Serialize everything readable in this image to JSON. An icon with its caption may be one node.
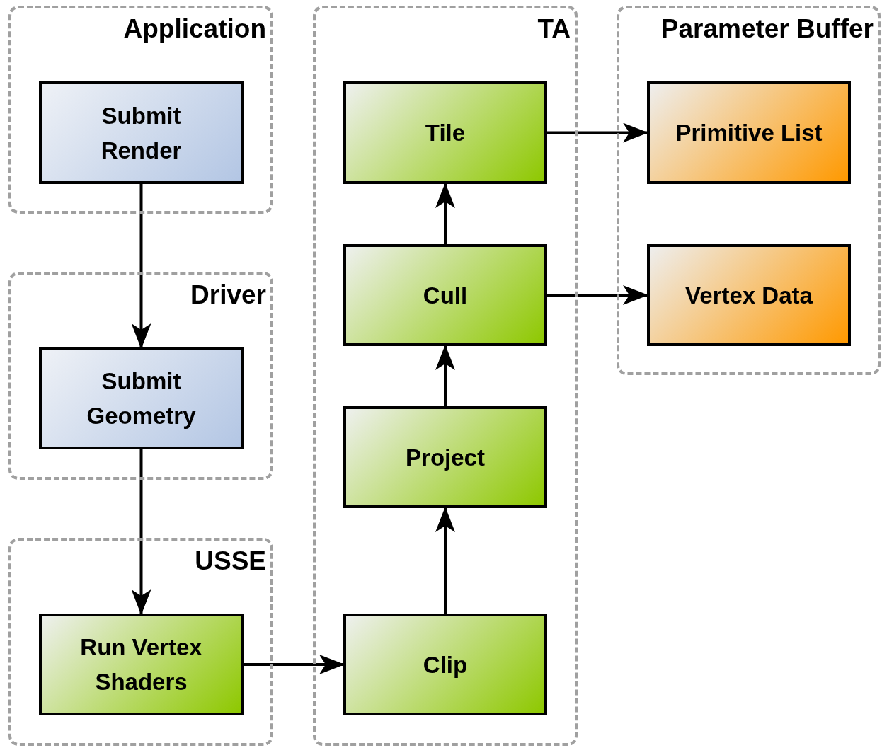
{
  "diagram": {
    "nodes": [
      {
        "text": [
          "Application"
        ]
      },
      {
        "text": [
          "Submit Render"
        ],
        "in": 0
      },
      {
        "text": [
          "Driver"
        ]
      },
      {
        "text": [
          "Submit Geometry"
        ],
        "in": 2
      },
      {
        "text": [
          "USSE"
        ]
      },
      {
        "text": [
          "Run Vertex Shaders"
        ],
        "in": 4
      },
      {
        "text": [
          "TA"
        ]
      },
      {
        "text": [
          "Tile"
        ],
        "in": 6
      },
      {
        "text": [
          "Cull"
        ],
        "in": 6
      },
      {
        "text": [
          "Project"
        ],
        "in": 6
      },
      {
        "text": [
          "Clip"
        ],
        "in": 6
      },
      {
        "text": [
          "Parameter Buffer"
        ]
      },
      {
        "text": [
          "Primitive List"
        ],
        "in": 11
      },
      {
        "text": [
          "Vertex Data"
        ],
        "in": 11
      }
    ],
    "edges": [
      {
        "from": 1,
        "to": 3,
        "arrow": "to"
      },
      {
        "from": 3,
        "to": 5,
        "arrow": "to"
      },
      {
        "from": 5,
        "to": 10,
        "arrow": "to"
      },
      {
        "from": 10,
        "to": 9,
        "arrow": "to"
      },
      {
        "from": 9,
        "to": 8,
        "arrow": "to"
      },
      {
        "from": 8,
        "to": 7,
        "arrow": "to"
      },
      {
        "from": 7,
        "to": 12,
        "arrow": "to"
      },
      {
        "from": 8,
        "to": 13,
        "arrow": "to"
      }
    ]
  }
}
